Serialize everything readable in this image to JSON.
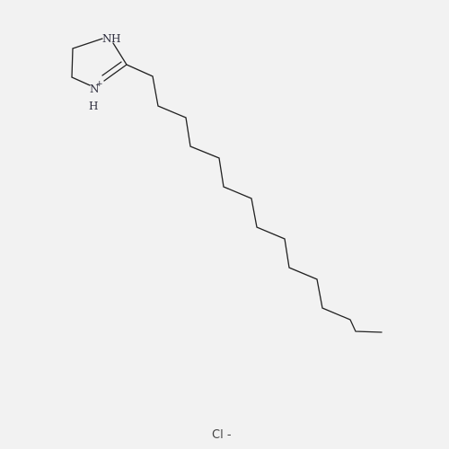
{
  "structure": {
    "atoms": {
      "n1_symbol": "N",
      "n1_h": "H",
      "n3_symbol": "N",
      "n3_h": "H",
      "n3_charge": "+"
    },
    "counterion": {
      "text": "Cl -"
    }
  },
  "colors": {
    "bond": "#222222",
    "label": "#2a2a3a",
    "background": "#f2f2f2"
  }
}
